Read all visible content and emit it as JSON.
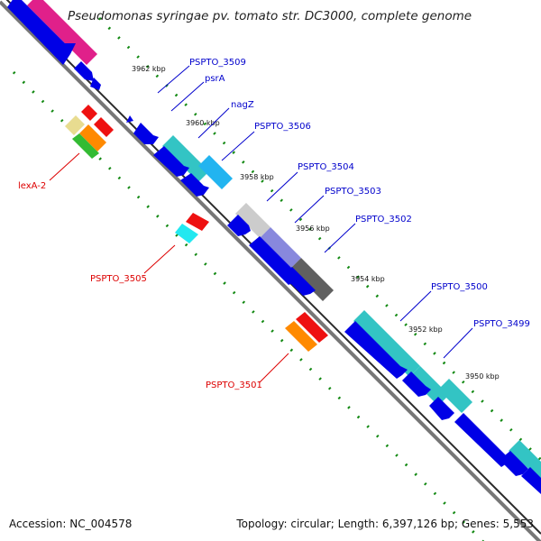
{
  "title": "Pseudomonas syringae pv. tomato str. DC3000, complete genome",
  "footer": {
    "accession": "Accession: NC_004578",
    "summary": "Topology: circular; Length: 6,397,126 bp; Genes: 5,553"
  },
  "kbp_labels": [
    "3962 kbp",
    "3960 kbp",
    "3958 kbp",
    "3956 kbp",
    "3954 kbp",
    "3952 kbp",
    "3950 kbp"
  ],
  "forward_gene_labels": [
    "PSPTO_3509",
    "psrA",
    "nagZ",
    "PSPTO_3506",
    "PSPTO_3504",
    "PSPTO_3503",
    "PSPTO_3502",
    "PSPTO_3500",
    "PSPTO_3499"
  ],
  "reverse_gene_labels": [
    "lexA-2",
    "PSPTO_3505",
    "PSPTO_3501"
  ],
  "colors": {
    "blue_cds": "#0000e6",
    "cyan_cds": "#33c4c4",
    "sky_cds": "#22b4f0",
    "magenta_cds": "#e0208a",
    "red_cds": "#ee1111",
    "orange_cds": "#ff8a00",
    "green_cds": "#33bb33",
    "khaki_cds": "#e8dc90",
    "gray_cds": "#707070",
    "lavender_cds": "#8888dd",
    "backbone": "#777777",
    "forward_label": "#0000cc",
    "reverse_label": "#dd0000",
    "tick_dots": "#118811"
  }
}
